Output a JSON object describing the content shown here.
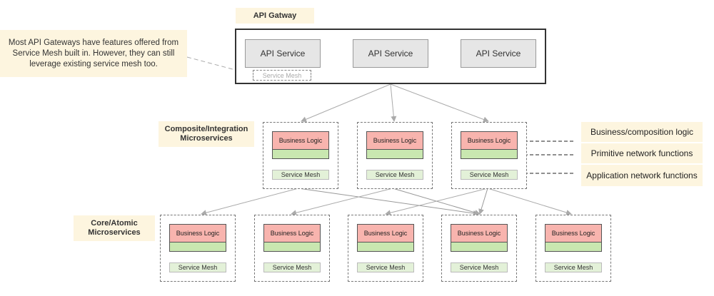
{
  "diagram": {
    "gateway": {
      "title": "API Gatway",
      "services": [
        "API Service",
        "API Service",
        "API Service"
      ],
      "mesh": "Service Mesh"
    },
    "note": "Most API Gateways have features offered from Service Mesh built in. However, they can still leverage existing service mesh too.",
    "layers": {
      "composite": "Composite/Integration Microservices",
      "core": "Core/Atomic Microservices"
    },
    "service": {
      "business_logic": "Business Logic",
      "mesh": "Service Mesh"
    },
    "legend": [
      "Business/composition logic",
      "Primitive network functions",
      "Application network functions"
    ],
    "colors": {
      "business_logic": "#f8b4ae",
      "network": "#c9e7b0",
      "mesh": "#e3f1d8",
      "note_bg": "#fdf5df",
      "api_service": "#e6e6e6"
    }
  }
}
